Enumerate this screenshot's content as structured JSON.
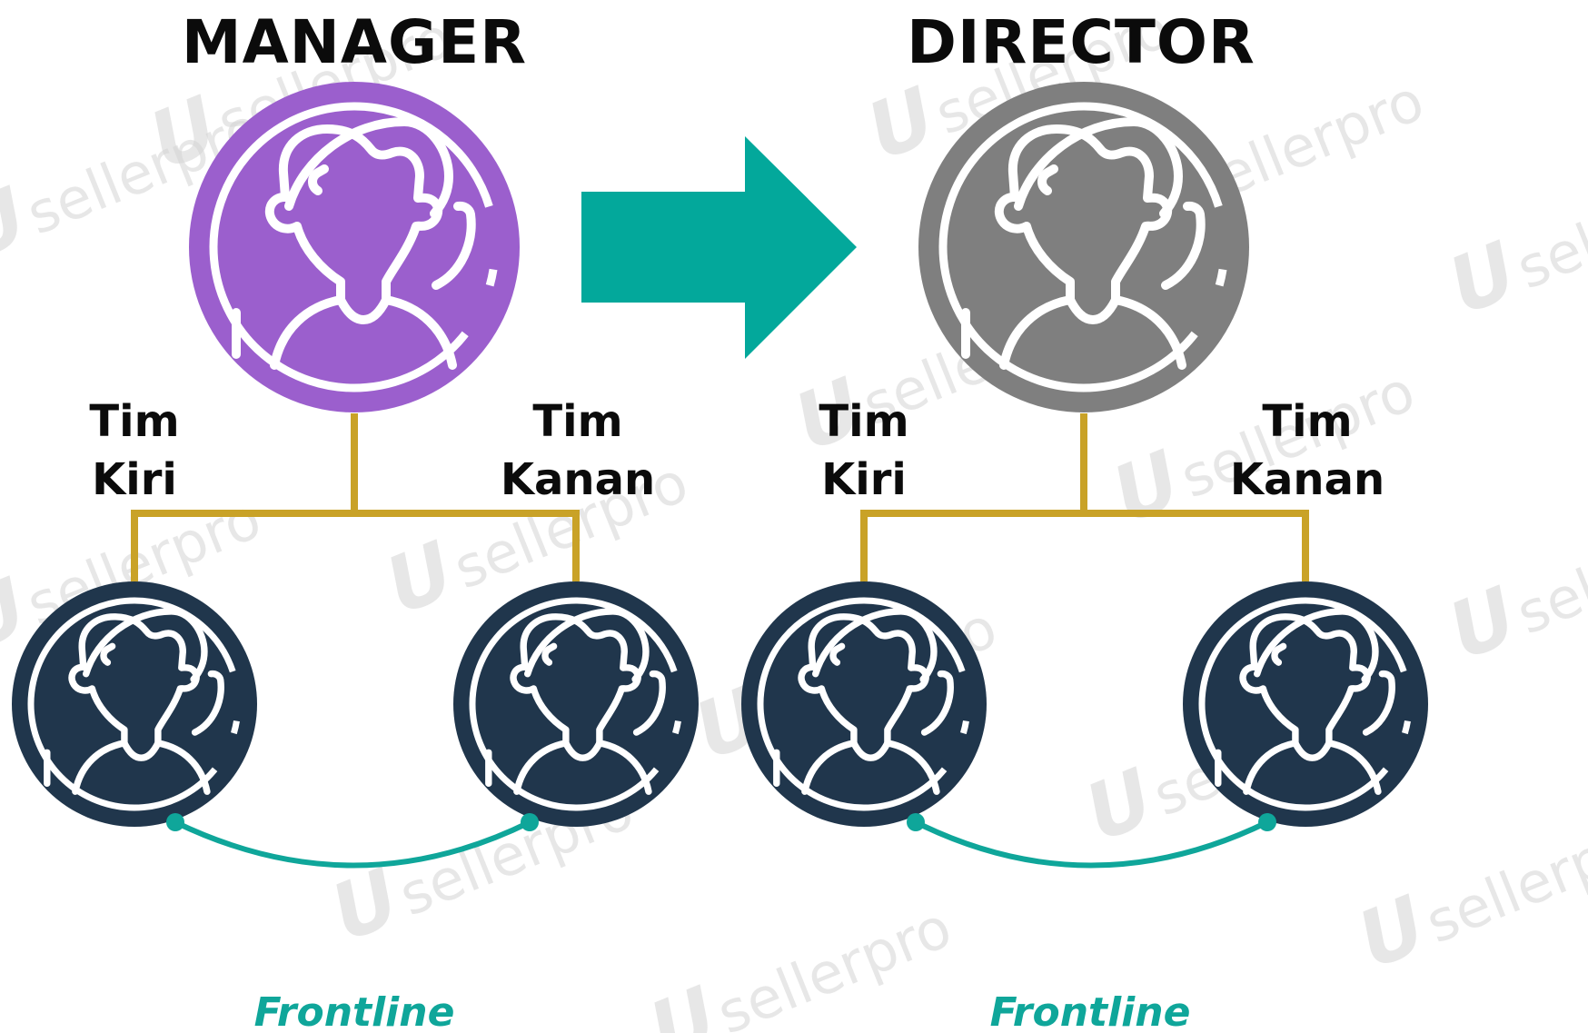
{
  "watermark": {
    "logo": "U",
    "text": "sellerpro"
  },
  "left": {
    "title": "MANAGER",
    "team_left": [
      "Tim",
      "Kiri"
    ],
    "team_right": [
      "Tim",
      "Kanan"
    ],
    "link_label": "Frontline"
  },
  "right": {
    "title": "DIRECTOR",
    "team_left": [
      "Tim",
      "Kiri"
    ],
    "team_right": [
      "Tim",
      "Kanan"
    ],
    "link_label": "Frontline"
  },
  "colors": {
    "manager": "#9b5fcd",
    "director": "#7f7f7f",
    "team": "#20364c",
    "connector": "#c9a227",
    "arrow": "#03a89b",
    "frontline": "#0fa69a"
  },
  "icons": [
    "person-icon",
    "arrow-right-icon"
  ]
}
